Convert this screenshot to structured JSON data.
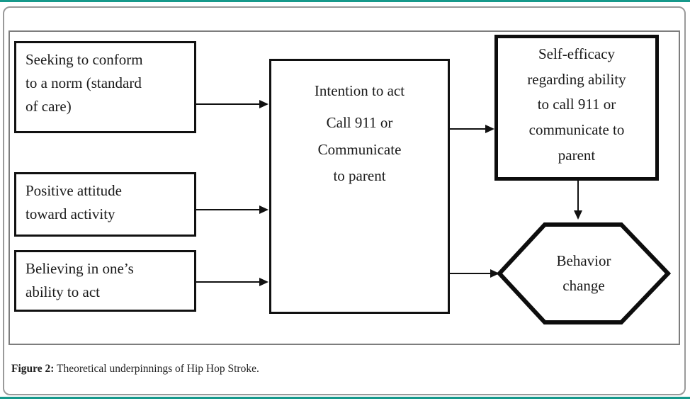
{
  "page": {
    "accent_color": "#16998B"
  },
  "diagram": {
    "left_boxes": [
      {
        "text": "Seeking to conform\nto a norm (standard\nof care)"
      },
      {
        "text": "Positive attitude\ntoward activity"
      },
      {
        "text": "Believing in one’s\nability to act"
      }
    ],
    "center_box": {
      "title": "Intention to act",
      "subtitle": "Call 911 or\nCommunicate\nto parent"
    },
    "self_efficacy_box": {
      "text": "Self-efficacy\nregarding ability\nto call 911 or\ncommunicate to\nparent"
    },
    "behavior_hexagon": {
      "text": "Behavior\nchange"
    }
  },
  "figure": {
    "caption_label": "Figure 2:",
    "caption_text": " Theoretical underpinnings of Hip Hop Stroke."
  }
}
